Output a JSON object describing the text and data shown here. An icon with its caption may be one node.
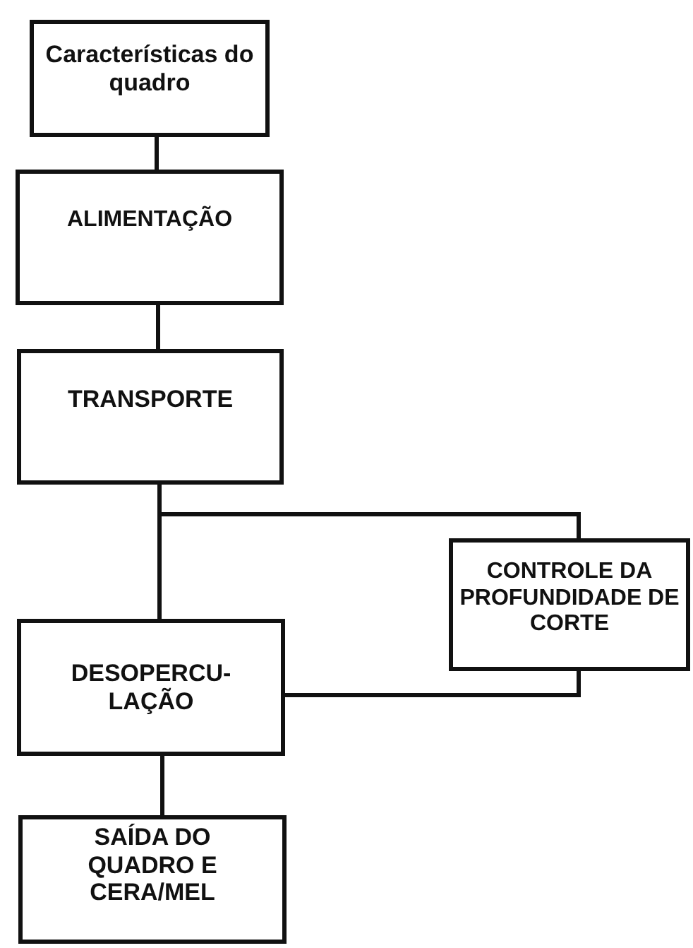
{
  "diagram": {
    "nodes": [
      {
        "text": [
          "Características do quadro"
        ]
      },
      {
        "text": [
          "ALIMENTAÇÃO"
        ]
      },
      {
        "text": [
          "TRANSPORTE"
        ]
      },
      {
        "text": [
          "CONTROLE DA PROFUNDIDADE DE CORTE"
        ]
      },
      {
        "text": [
          "DESOPERCU- LAÇÃO"
        ]
      },
      {
        "text": [
          "SAÍDA DO QUADRO E CERA/MEL"
        ]
      }
    ],
    "edges": [
      {
        "from": 0,
        "to": 1,
        "arrow": "none"
      },
      {
        "from": 1,
        "to": 2,
        "arrow": "none"
      },
      {
        "from": 2,
        "to": 4,
        "arrow": "none"
      },
      {
        "from": 2,
        "to": 3,
        "arrow": "none"
      },
      {
        "from": 3,
        "to": 4,
        "arrow": "none"
      },
      {
        "from": 4,
        "to": 5,
        "arrow": "none"
      }
    ]
  }
}
